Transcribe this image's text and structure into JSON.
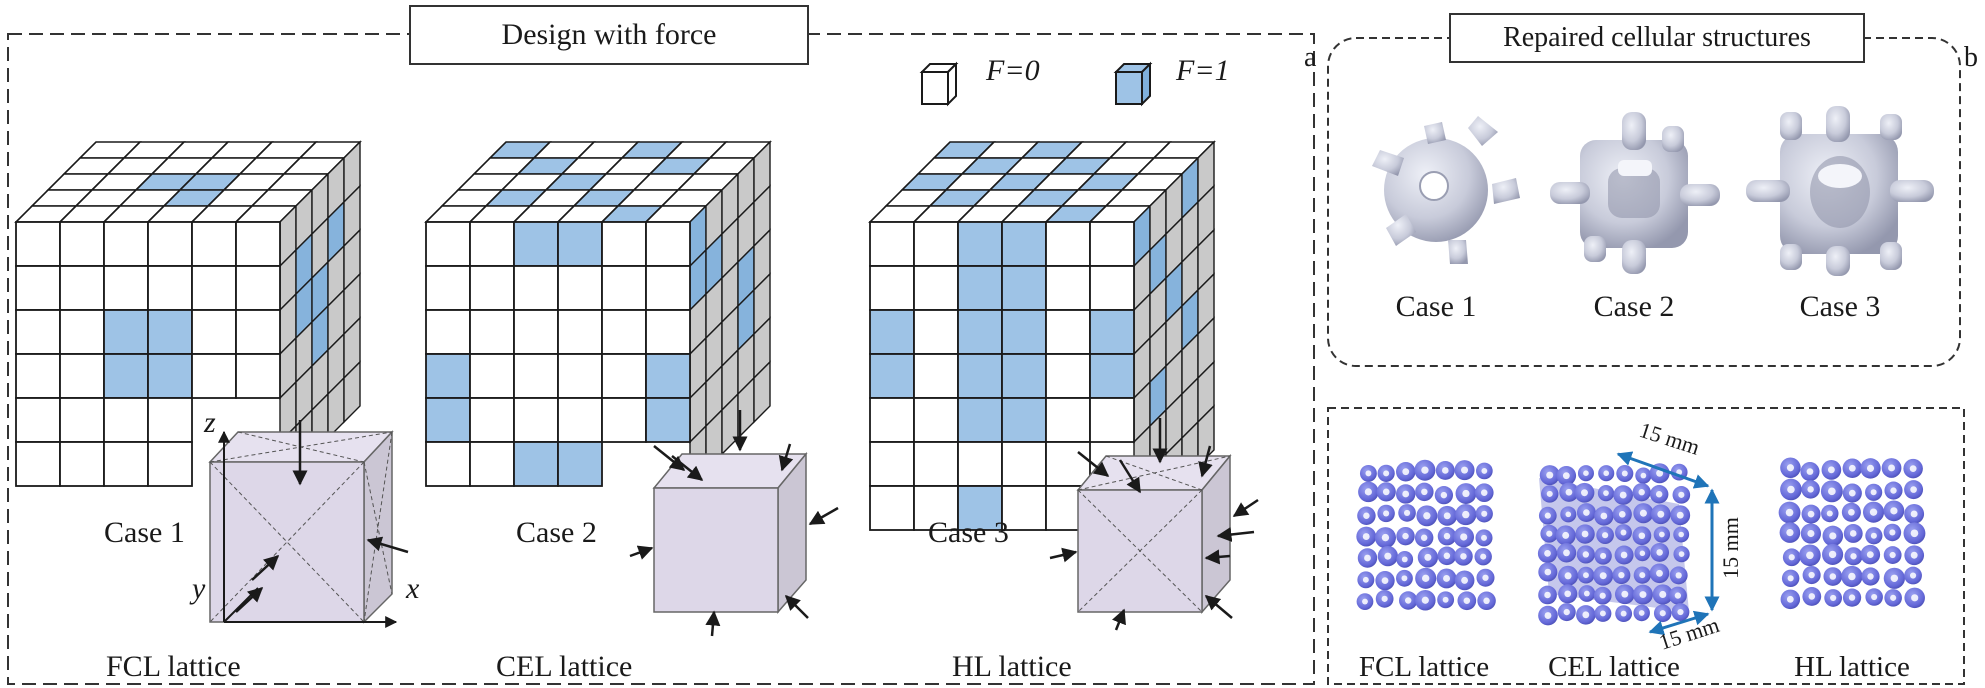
{
  "panel_a": {
    "title": "Design with force",
    "letter": "a",
    "legend": {
      "f0": "F=0",
      "f1": "F=1"
    },
    "cases": [
      {
        "case_label": "Case 1",
        "lattice_label": "FCL lattice"
      },
      {
        "case_label": "Case 2",
        "lattice_label": "CEL lattice"
      },
      {
        "case_label": "Case 3",
        "lattice_label": "HL lattice"
      }
    ],
    "axes": {
      "z": "z",
      "y": "y",
      "x": "x"
    }
  },
  "panel_b": {
    "title": "Repaired cellular structures",
    "letter": "b",
    "cells": [
      "Case 1",
      "Case 2",
      "Case 3"
    ]
  },
  "panel_c": {
    "lattices": [
      "FCL lattice",
      "CEL lattice",
      "HL lattice"
    ],
    "dimension": "15 mm"
  },
  "colors": {
    "blue_cell": "#9ec3e6",
    "cube_face": "#dcd6e8",
    "lattice_blue": "#6b6fd9",
    "node_grey": "#c9ccd8",
    "arrow_dim": "#1f74b8"
  }
}
